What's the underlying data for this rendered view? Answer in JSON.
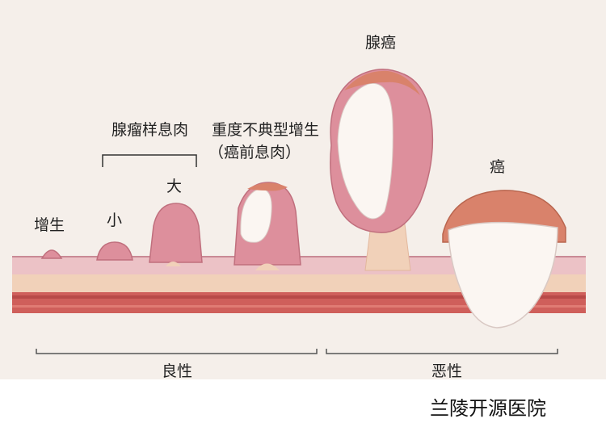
{
  "labels": {
    "hyperplasia": "增生",
    "adenoma_group": "腺瘤样息肉",
    "small": "小",
    "large": "大",
    "dysplasia_line1": "重度不典型增生",
    "dysplasia_line2": "（癌前息肉）",
    "adenocarcinoma": "腺癌",
    "cancer": "癌",
    "benign": "良性",
    "malignant": "恶性"
  },
  "watermark": "兰陵开源医院",
  "colors": {
    "background": "#f5efea",
    "mucosa": "#ecc2c6",
    "submucosa": "#f1d1b9",
    "muscle_layer": "#cf5f5b",
    "polyp": "#dd8f9c",
    "tumor_core": "#fbf6f2",
    "tumor_crust": "#d9826b"
  }
}
